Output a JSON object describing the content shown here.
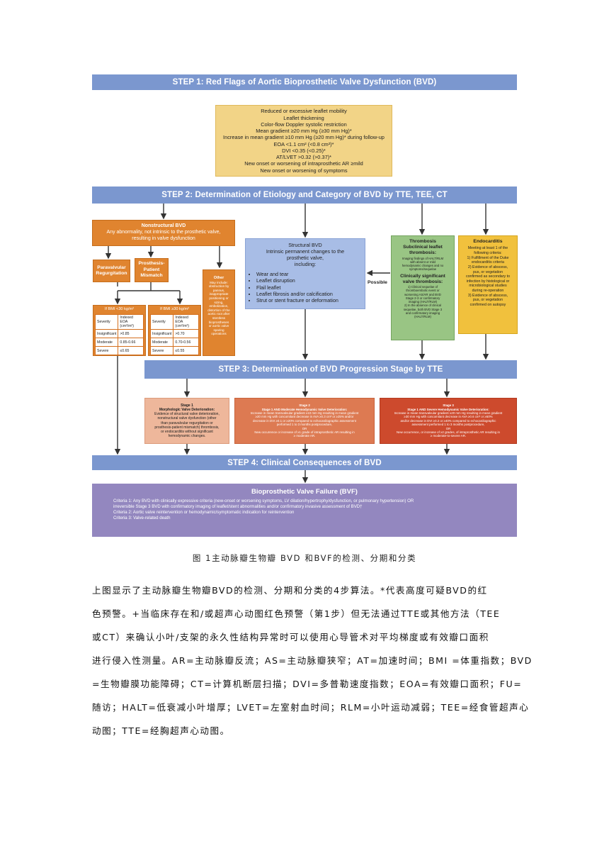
{
  "figure": {
    "step1": {
      "title": "STEP 1: Red Flags of Aortic Bioprosthetic Valve Dysfunction (BVD)",
      "flags": [
        "Reduced or excessive leaflet mobility",
        "Leaflet thickening",
        "Color-flow Doppler systolic restriction",
        "Mean gradient ≥20 mm Hg (≥30 mm Hg)*",
        "Increase in mean gradient ≥10 mm Hg (≥20 mm Hg)* during follow-up",
        "EOA <1.1 cm² (<0.8 cm²)*",
        "DVI <0.35 (<0.25)*",
        "AT/LVET >0.32 (>0.37)*",
        "New onset or worsening of intraprosthetic AR ≥mild",
        "New onset or worsening of symptoms"
      ]
    },
    "step2": {
      "title": "STEP 2: Determination of Etiology and Category of BVD by TTE, TEE, CT",
      "nonstructural": {
        "title": "Nonstructural BVD",
        "desc1": "Any abnormality, not intrinsic to the prosthetic valve,",
        "desc2": "resulting in valve dysfunction",
        "paravalvular": [
          "Paravalvular",
          "Regurgitation"
        ],
        "ppm": [
          "Prosthesis-",
          "Patient",
          "Mismatch"
        ],
        "other_title": "Other",
        "other_lines": [
          "May include:",
          "obstruction by",
          "pannus,",
          "inappropriate",
          "positioning or",
          "sizing,",
          "embolization,",
          "distortion of the",
          "aortic root after",
          "stentless",
          "bioprostheses",
          "or aortic valve",
          "sparing",
          "operations"
        ]
      },
      "bmi_low": {
        "header": "If BMI <30 kg/m²",
        "col1": "Severity",
        "col2": "Indexed EOA (cm²/m²)",
        "rows": [
          [
            "Insignificant",
            ">0.85"
          ],
          [
            "Moderate",
            "0.85-0.66"
          ],
          [
            "Severe",
            "≤0.65"
          ]
        ]
      },
      "bmi_high": {
        "header": "If BMI ≥30 kg/m²",
        "col1": "Severity",
        "col2": "Indexed EOA (cm²/m²)",
        "rows": [
          [
            "Insignificant",
            ">0.70"
          ],
          [
            "Moderate",
            "0.70-0.56"
          ],
          [
            "Severe",
            "≤0.55"
          ]
        ]
      },
      "structural": {
        "title": "Structural BVD",
        "desc": [
          "Intrinsic permanent changes to the",
          "prosthetic valve,",
          "including:"
        ],
        "items": [
          "Wear and tear",
          "Leaflet disruption",
          "Flail leaflet",
          "Leaflet fibrosis and/or calcification",
          "Strut or stent fracture or deformation"
        ]
      },
      "possible": "Possible",
      "thrombosis": {
        "title": [
          "Thrombosis",
          "Subclinical leaflet",
          "thrombosis:"
        ],
        "sub_desc": [
          "Imaging findings of HALT/RLM",
          "with absent or mild",
          "hemodynamic changes and no",
          "symptoms/sequelae"
        ],
        "clinical_title": [
          "Clinically significant",
          "valve thrombosis:"
        ],
        "clinical_desc": [
          "1) Clinical sequelae of",
          "thromboembolic event or",
          "worsening AS/AR and BVD",
          "Stage 2-3 or confirmatory",
          "imaging (HALT/RLM)",
          "2) In the absence of clinical",
          "sequelae, both BVD Stage 3",
          "and confirmatory imaging",
          "(HALT/RLM)"
        ]
      },
      "endocarditis": {
        "title": "Endocarditis",
        "lines": [
          "Meeting at least 1 of the",
          "following criteria:",
          "1) Fulfillment of the Duke",
          "endocarditis criteria",
          "2) Evidence of abscess,",
          "pus, or vegetation",
          "confirmed as secondary to",
          "infection by histological or",
          "microbiological studies",
          "during re-operation",
          "3) Evidence of abscess,",
          "pus, or vegetation",
          "confirmed on autopsy"
        ]
      }
    },
    "step3": {
      "title": "STEP 3: Determination of BVD Progression Stage by TTE",
      "stage1": {
        "title": "Stage 1",
        "subtitle": "Morphologic Valve Deterioration:",
        "lines": [
          "Evidence of structural valve deterioration,",
          "nonstructural valve dysfunction (other",
          "than paravalvular regurgitation or",
          "prosthesis-patient mismatch) thrombosis,",
          "or endocarditis without significant",
          "hemodynamic changes."
        ]
      },
      "stage2": {
        "title": "Stage 2",
        "subtitle": "Stage 1 AND Moderate Hemodynamic Valve Deterioration:",
        "lines": [
          "Increase in mean transvalvular gradient ≥10 mm Hg resulting in mean gradient",
          "≥20 mm Hg with concomitant decrease in AVA ≥0.3 cm² or ≥25% and/or",
          "decrease in DVI ≥0.1 or ≥20% compared to echocardiographic assessment",
          "performed 1 to 3 months postprocedure,",
          "OR",
          "New occurrence or increase of ≥1 grade of intraprosthetic AR resulting in",
          "≥ moderate AR."
        ]
      },
      "stage3": {
        "title": "Stage 3",
        "subtitle": "Stage 1 AND Severe Hemodynamic Valve Deterioration:",
        "lines": [
          "Increase in mean transvalvular gradient ≥20 mm Hg resulting in mean gradient",
          "≥30 mm Hg with concomitant decrease in AVA ≥0.6 cm² or ≥50%",
          "and/or decrease in DVI ≥0.2 or ≥40% compared to echocardiographic",
          "assessment performed 1 to 3 months postprocedure,",
          "OR",
          "New occurrence, or increase of ≥2 grades, of intraprosthetic AR resulting in",
          "≥ moderate-to-severe AR."
        ]
      }
    },
    "step4": {
      "title": "STEP 4: Clinical Consequences of BVD",
      "bvf_title": "Bioprosthetic Valve Failure (BVF)",
      "criteria": [
        "Criteria 1: Any BVD with clinically expressive criteria (new-onset or worsening symptoms, LV dilation/hypertrophy/dysfunction, or pulmonary hypertension) OR",
        "irreversible Stage 3 BVD with confirmatory imaging of leaflet/stent abnormalities and/or confirmatory invasive assessment of BVD†",
        "Criteria 2: Aortic valve reintervention or hemodynamic/symptomatic indication for reintervention",
        "Criteria 3: Valve-related death"
      ]
    }
  },
  "caption": "图 1主动脉瓣生物瓣 BVD 和BVF的检测、分期和分类",
  "paragraph": [
    "上图显示了主动脉瓣生物瓣BVD的检测、分期和分类的4步算法。*代表高度可疑BVD的红",
    "色预警。+当临床存在和/或超声心动图红色预警（第1步）但无法通过TTE或其他方法（TEE",
    "或CT）来确认小叶/支架的永久性结构异常时可以使用心导管术对平均梯度或有效瓣口面积",
    "进行侵入性测量。AR=主动脉瓣反流；AS=主动脉瓣狭窄；AT=加速时间；BMI =体重指数；BVD",
    "=生物瓣膜功能障碍；CT=计算机断层扫描；DVI=多普勒速度指数；EOA=有效瓣口面积；FU=",
    "随访；HALT=低衰减小叶增厚；LVET=左室射血时间；RLM=小叶运动减弱；TEE=经食管超声心",
    "动图；TTE=经胸超声心动图。"
  ]
}
